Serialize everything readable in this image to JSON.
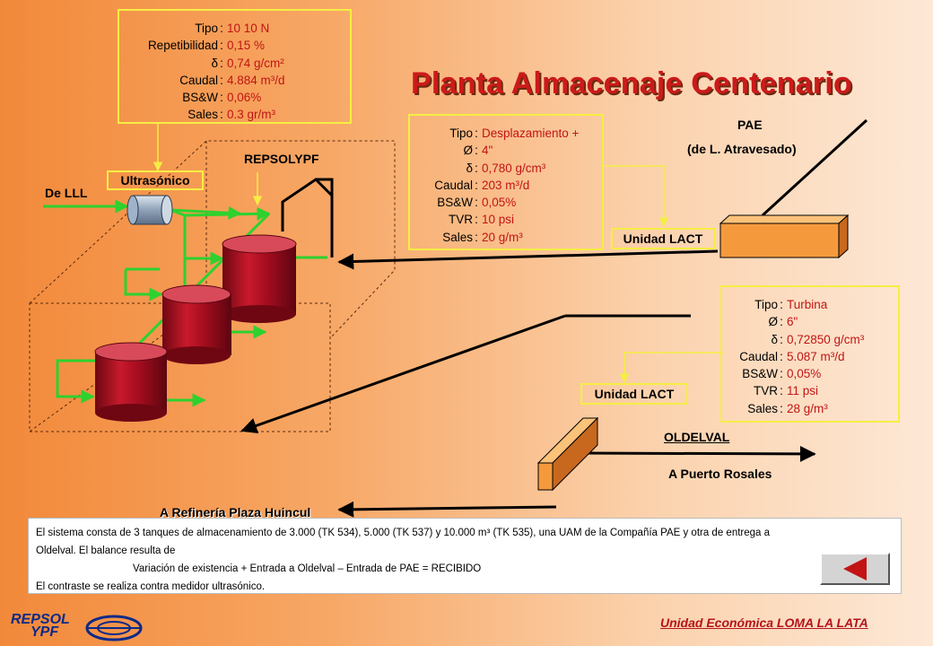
{
  "title": "Planta Almacenaje Centenario",
  "labels": {
    "de_lll": "De LLL",
    "ultrasonico": "Ultrasónico",
    "repsolypf": "REPSOLYPF",
    "pae": "PAE",
    "pae_sub": "(de  L. Atravesado)",
    "unidad_lact_top": "Unidad LACT",
    "unidad_lact_bottom": "Unidad LACT",
    "oldelval": "OLDELVAL",
    "a_puerto_rosales": "A Puerto Rosales",
    "a_refineria": "A Refinería Plaza Huincul"
  },
  "spec_ultrasonico": [
    {
      "label": "Tipo",
      "value": "10 10 N"
    },
    {
      "label": "Repetibilidad",
      "value": "0,15 %"
    },
    {
      "label": "δ",
      "value": "0,74 g/cm²"
    },
    {
      "label": "Caudal",
      "value": "4.884 m³/d"
    },
    {
      "label": "BS&W",
      "value": "0,06%"
    },
    {
      "label": "Sales",
      "value": "0.3 gr/m³"
    }
  ],
  "spec_pae": [
    {
      "label": "Tipo",
      "value": "Desplazamiento +"
    },
    {
      "label": "Ø",
      "value": "4\""
    },
    {
      "label": "δ",
      "value": "0,780 g/cm³"
    },
    {
      "label": "Caudal",
      "value": "203 m³/d"
    },
    {
      "label": "BS&W",
      "value": "0,05%"
    },
    {
      "label": "TVR",
      "value": "10 psi"
    },
    {
      "label": "Sales",
      "value": "20 g/m³"
    }
  ],
  "spec_oldelval": [
    {
      "label": "Tipo",
      "value": "Turbina"
    },
    {
      "label": "Ø",
      "value": "6\""
    },
    {
      "label": "δ",
      "value": "0,72850 g/cm³"
    },
    {
      "label": "Caudal",
      "value": "5.087 m³/d"
    },
    {
      "label": "BS&W",
      "value": "0,05%"
    },
    {
      "label": "TVR",
      "value": "11 psi"
    },
    {
      "label": "Sales",
      "value": "28 g/m³"
    }
  ],
  "separator": ":",
  "note": {
    "line1": "El sistema consta de 3 tanques de almacenamiento de 3.000 (TK 534), 5.000 (TK 537) y 10.000 m³ (TK 535), una UAM de la Compañía PAE y otra de entrega a",
    "line2": "Oldelval. El balance resulta de",
    "formula": "Variación de existencia + Entrada a Oldelval – Entrada de PAE = RECIBIDO",
    "line4": "El contraste se realiza contra medidor ultrasónico."
  },
  "footer": "Unidad Económica LOMA LA LATA",
  "logo": {
    "line1": "REPSOL",
    "line2": "YPF"
  },
  "colors": {
    "tank": "#a50d1f",
    "pipe_green": "#2ed12e",
    "lact_box": "#f59a3c",
    "spec_border": "#f5ee44",
    "value_red": "#c21414"
  }
}
